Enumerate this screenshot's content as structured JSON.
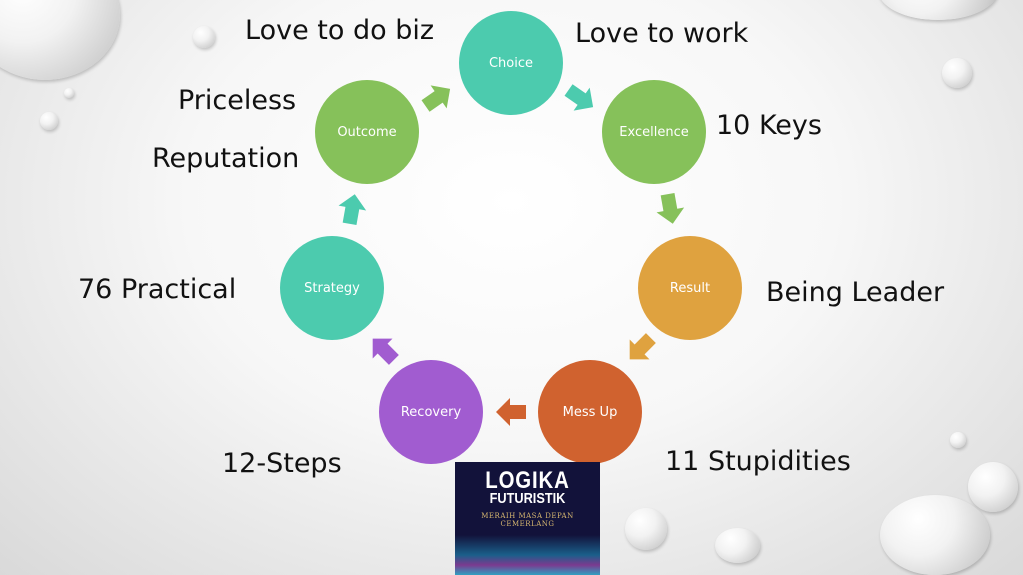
{
  "diagram": {
    "nodes": [
      {
        "label": "Choice",
        "color": "#4ccbae"
      },
      {
        "label": "Excellence",
        "color": "#86c15a"
      },
      {
        "label": "Result",
        "color": "#dfa23f"
      },
      {
        "label": "Mess Up",
        "color": "#d0622f"
      },
      {
        "label": "Recovery",
        "color": "#a15cd0"
      },
      {
        "label": "Strategy",
        "color": "#4ccbae"
      },
      {
        "label": "Outcome",
        "color": "#86c15a"
      }
    ],
    "annotations": {
      "love_biz": "Love to do biz",
      "love_work": "Love to work",
      "priceless": "Priceless",
      "reputation": "Reputation",
      "ten_keys": "10 Keys",
      "practical": "76 Practical",
      "leader": "Being Leader",
      "steps": "12-Steps",
      "stupidities": "11 Stupidities"
    }
  },
  "book": {
    "title_line1": "LOGIKA",
    "title_line2": "FUTURISTIK",
    "subtitle": "MERAIH MASA DEPAN CEMERLANG"
  }
}
